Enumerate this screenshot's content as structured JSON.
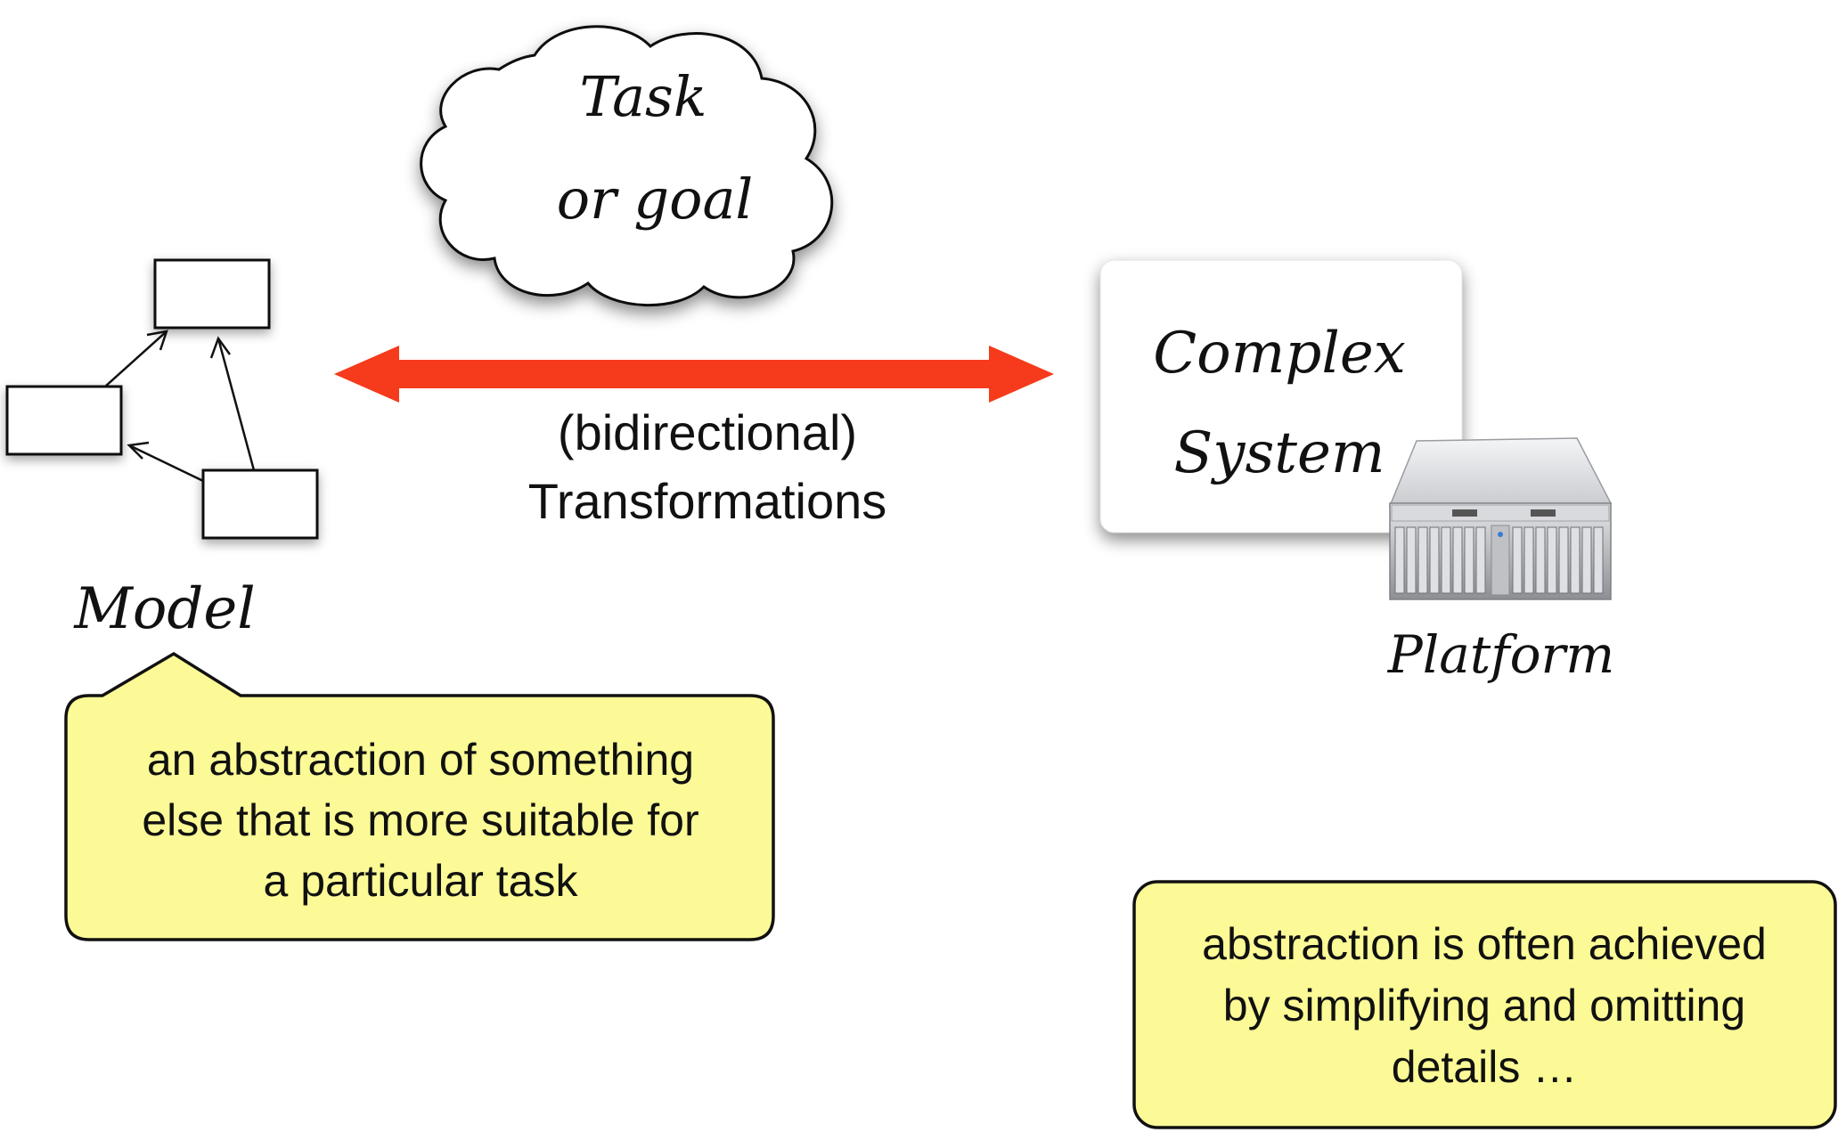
{
  "cloud": {
    "line1": "Task",
    "line2": "or goal"
  },
  "model": {
    "label": "Model"
  },
  "transformation": {
    "line1": "(bidirectional)",
    "line2": "Transformations"
  },
  "system": {
    "line1": "Complex",
    "line2": "System",
    "platform_label": "Platform"
  },
  "callouts": {
    "model_note": {
      "line1": "an abstraction of something",
      "line2": "else that is more suitable for",
      "line3": "a particular task"
    },
    "abstraction_note": {
      "line1": "abstraction is often achieved",
      "line2": "by simplifying and omitting",
      "line3": "details …"
    }
  },
  "colors": {
    "arrow": "#f53b1b",
    "callout_fill": "#fbfa96",
    "server_metal": "#c8c9cc"
  }
}
